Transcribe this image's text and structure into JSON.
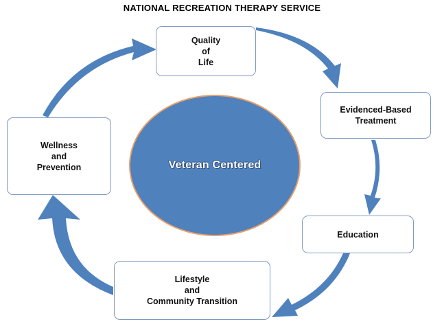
{
  "title": "NATIONAL RECREATION THERAPY SERVICE",
  "center": {
    "label": "Veteran Centered"
  },
  "nodes": {
    "quality": {
      "lines": [
        "Quality",
        "of",
        "Life"
      ]
    },
    "evidence": {
      "lines": [
        "Evidenced-Based",
        "Treatment"
      ]
    },
    "education": {
      "lines": [
        "Education"
      ]
    },
    "lifestyle": {
      "lines": [
        "Lifestyle",
        "and",
        "Community Transition"
      ]
    },
    "wellness": {
      "lines": [
        "Wellness",
        "and",
        "Prevention"
      ]
    }
  },
  "colors": {
    "arrow": "#4f81bd",
    "circle_fill": "#4f81bd",
    "circle_border": "#e8a06a",
    "box_border": "#7e9ac2"
  }
}
